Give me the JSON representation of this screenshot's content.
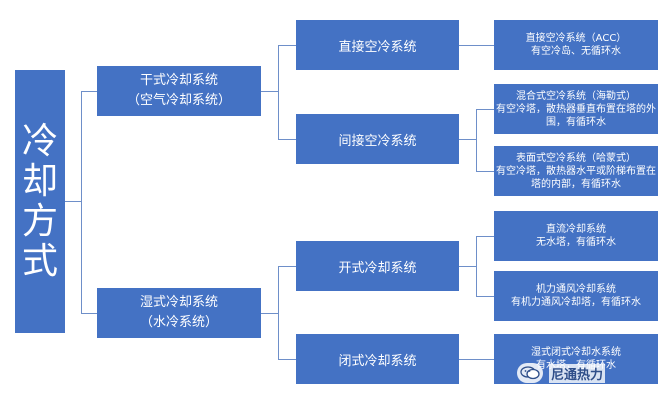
{
  "root": {
    "chars": [
      "冷",
      "却",
      "方",
      "式"
    ]
  },
  "dry": {
    "line1": "干式冷却系统",
    "line2": "（空气冷却系统）",
    "direct": {
      "label": "直接空冷系统"
    },
    "direct_detail": {
      "title": "直接空冷系统（ACC）",
      "text": "有空冷岛、无循环水"
    },
    "indirect": {
      "label": "间接空冷系统"
    },
    "indirect_detail_1": {
      "title": "混合式空冷系统（海勒式）",
      "text": "有空冷塔，散热器垂直布置在塔的外围，有循环水"
    },
    "indirect_detail_2": {
      "title": "表面式空冷系统（哈蒙式）",
      "text": "有空冷塔，散热器水平或阶梯布置在塔的内部，有循环水"
    }
  },
  "wet": {
    "line1": "湿式冷却系统",
    "line2": "（水冷系统）",
    "open": {
      "label": "开式冷却系统"
    },
    "open_detail_1": {
      "title": "直流冷却系统",
      "text": "无水塔，有循环水"
    },
    "open_detail_2": {
      "title": "机力通风冷却系统",
      "text": "有机力通风冷却塔，有循环水"
    },
    "closed": {
      "label": "闭式冷却系统"
    },
    "closed_detail": {
      "title": "湿式闭式冷却水系统",
      "text": "有水塔，有循环水"
    }
  },
  "watermark": {
    "text": "尼通热力",
    "icon": "wechat-icon"
  }
}
